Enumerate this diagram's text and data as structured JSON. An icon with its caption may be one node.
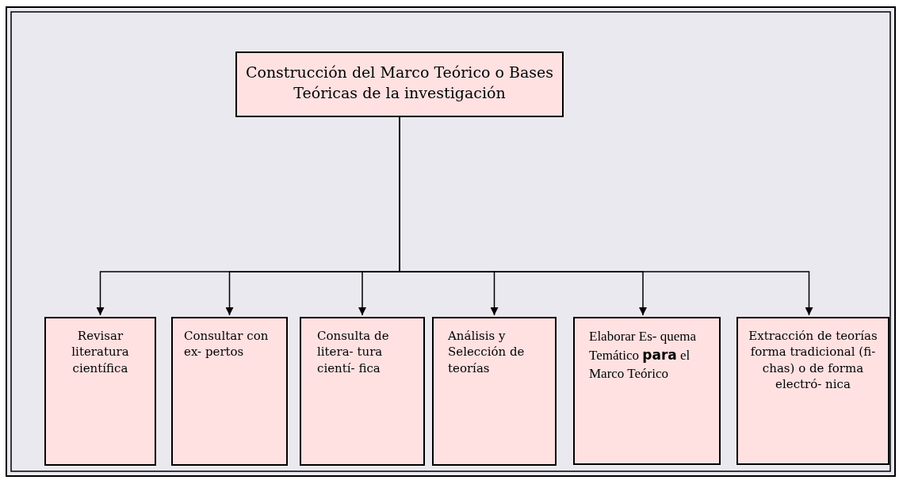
{
  "diagram": {
    "nodes": [
      {
        "text": [
          "Construcción del Marco Teórico o Bases Teóricas de la investigación"
        ]
      },
      {
        "text": [
          "Revisar literatura científica"
        ]
      },
      {
        "text": [
          "Consultar con ex- pertos"
        ]
      },
      {
        "text": [
          "Consulta de litera- tura cientí- fica"
        ]
      },
      {
        "text": [
          "Análisis y Selección de teorías"
        ]
      },
      {
        "text": [
          "Elaborar Es- quema Temático **para** el Marco Teórico"
        ]
      },
      {
        "text": [
          "Extracción de teorías forma tradicional (fi- chas) o de forma electró- nica"
        ]
      }
    ],
    "edges": [
      {
        "from": 0,
        "to": 1,
        "arrow": "to"
      },
      {
        "from": 0,
        "to": 2,
        "arrow": "to"
      },
      {
        "from": 0,
        "to": 3,
        "arrow": "to"
      },
      {
        "from": 0,
        "to": 4,
        "arrow": "to"
      },
      {
        "from": 0,
        "to": 5,
        "arrow": "to"
      },
      {
        "from": 0,
        "to": 6,
        "arrow": "to"
      }
    ]
  }
}
